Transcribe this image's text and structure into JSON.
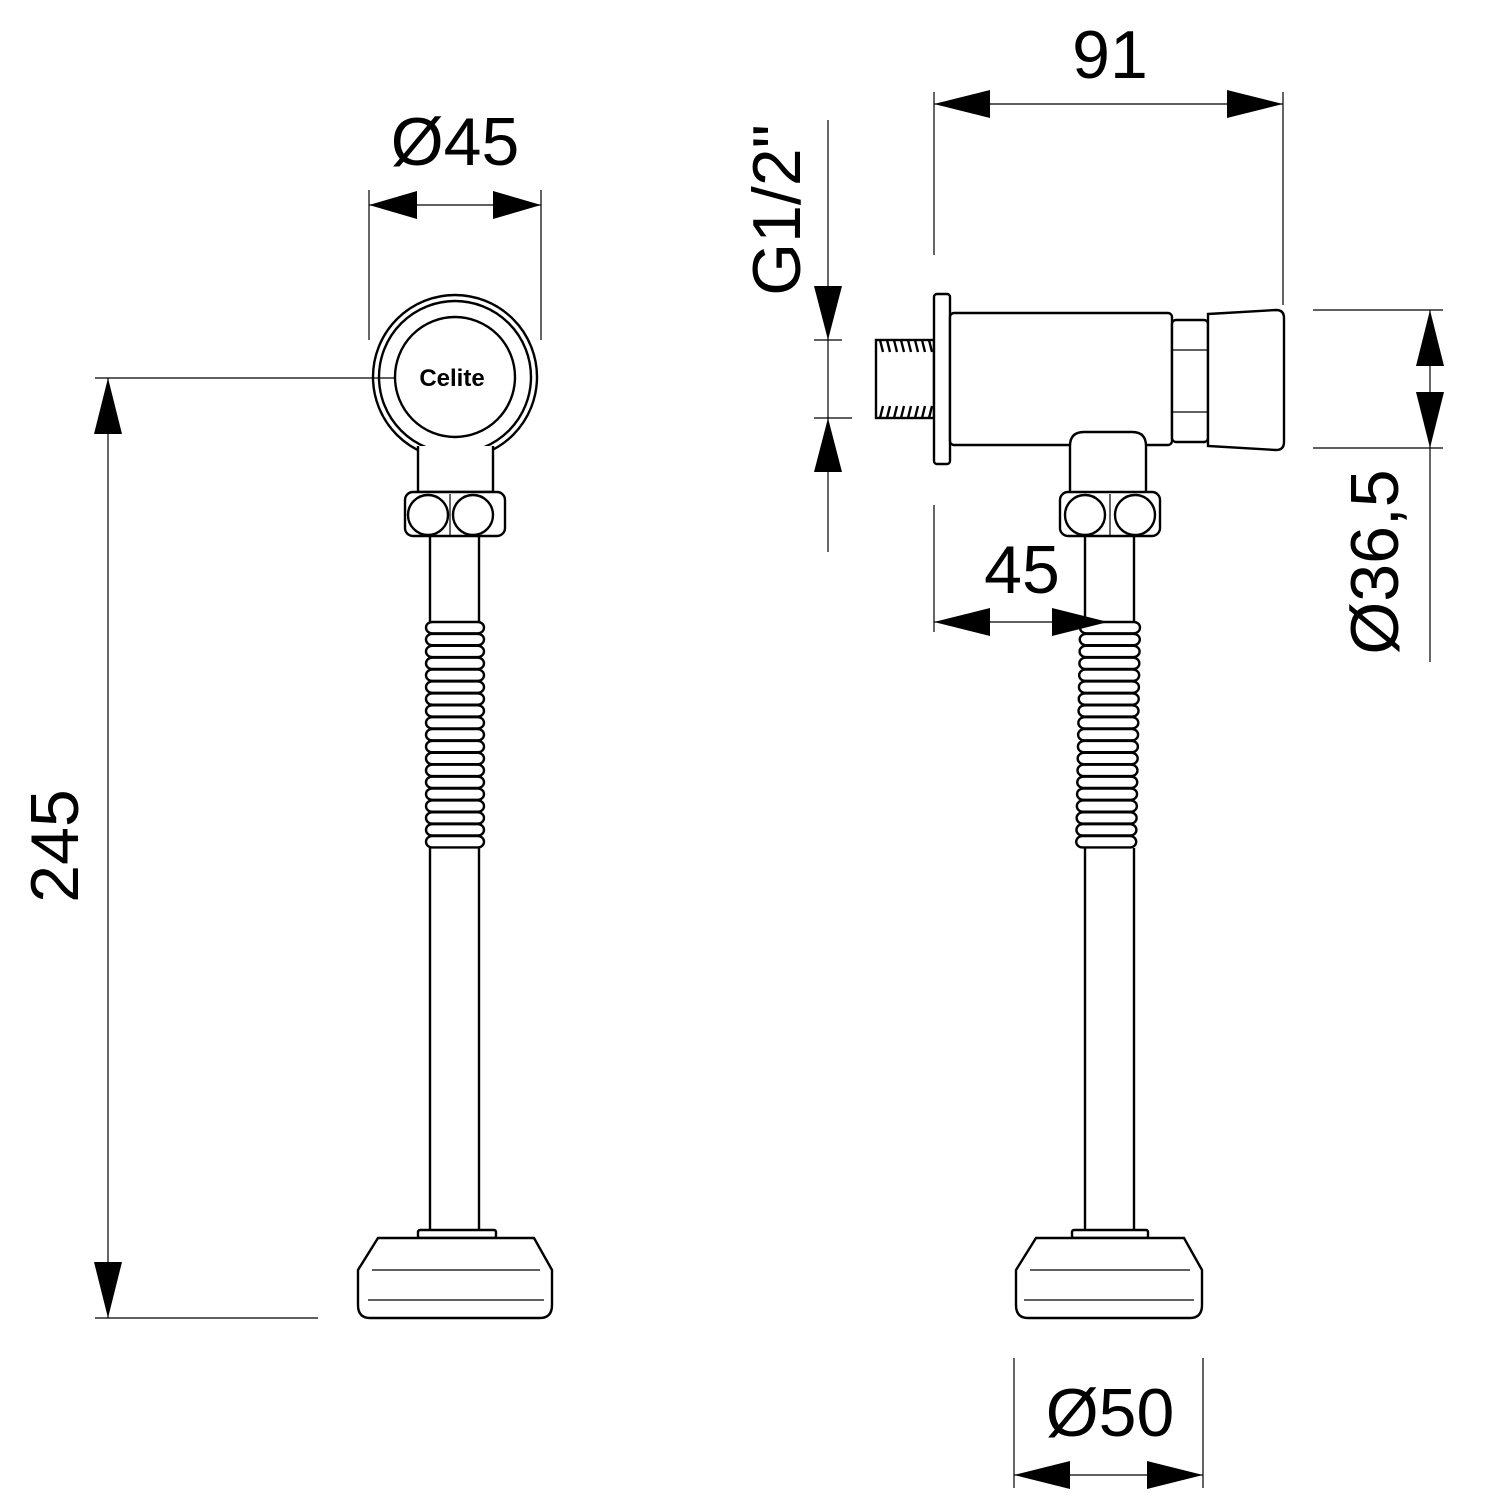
{
  "dimensions": {
    "front_width": "Ø45",
    "total_height": "245",
    "side_length": "91",
    "thread": "G1/2\"",
    "outlet_offset": "45",
    "button_diameter": "Ø36,5",
    "base_diameter": "Ø50"
  },
  "logo": {
    "text": "Celite"
  },
  "colors": {
    "line": "#000000",
    "background": "#ffffff"
  }
}
